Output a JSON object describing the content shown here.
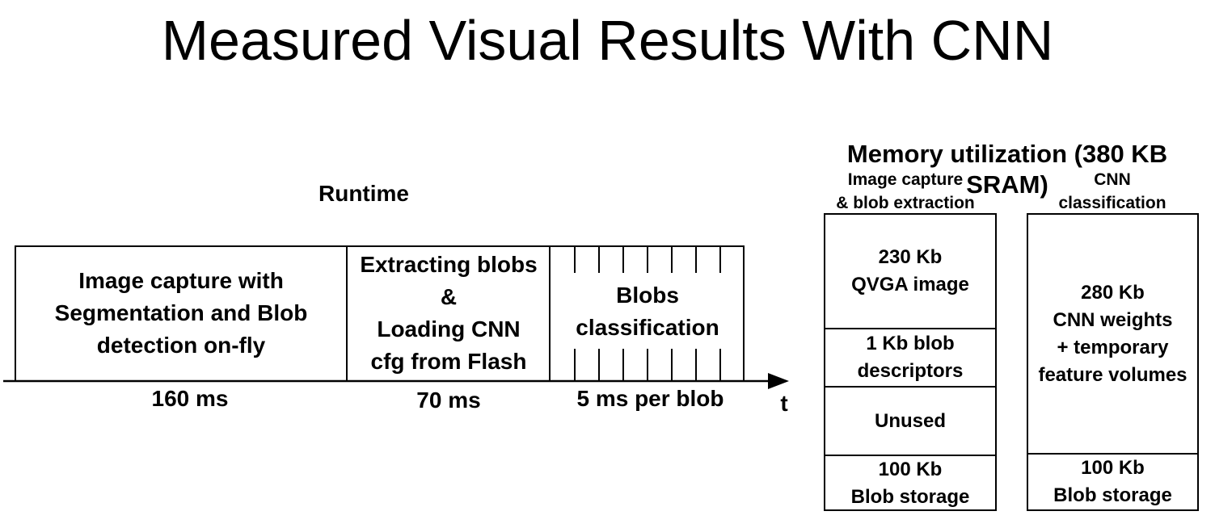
{
  "title": "Measured Visual Results With CNN",
  "runtime": {
    "heading": "Runtime",
    "segments": [
      {
        "text": "Image capture with\nSegmentation and Blob\ndetection on-fly",
        "duration": "160 ms"
      },
      {
        "text": "Extracting blobs\n&\nLoading CNN\ncfg from Flash",
        "duration": "70 ms"
      },
      {
        "text": "Blobs\nclassification",
        "duration": "5 ms per blob"
      }
    ],
    "axis_label": "t"
  },
  "memory": {
    "heading": "Memory utilization (380 KB SRAM)",
    "columns": [
      {
        "header": "Image capture\n& blob extraction",
        "blocks": [
          {
            "text": "230 Kb\nQVGA image"
          },
          {
            "text": "1 Kb blob\ndescriptors"
          },
          {
            "text": "Unused"
          },
          {
            "text": "100 Kb\nBlob storage"
          }
        ]
      },
      {
        "header": "CNN\nclassification",
        "blocks": [
          {
            "text": "280 Kb\nCNN weights\n+ temporary\nfeature volumes"
          },
          {
            "text": "100 Kb\nBlob storage"
          }
        ]
      }
    ]
  }
}
